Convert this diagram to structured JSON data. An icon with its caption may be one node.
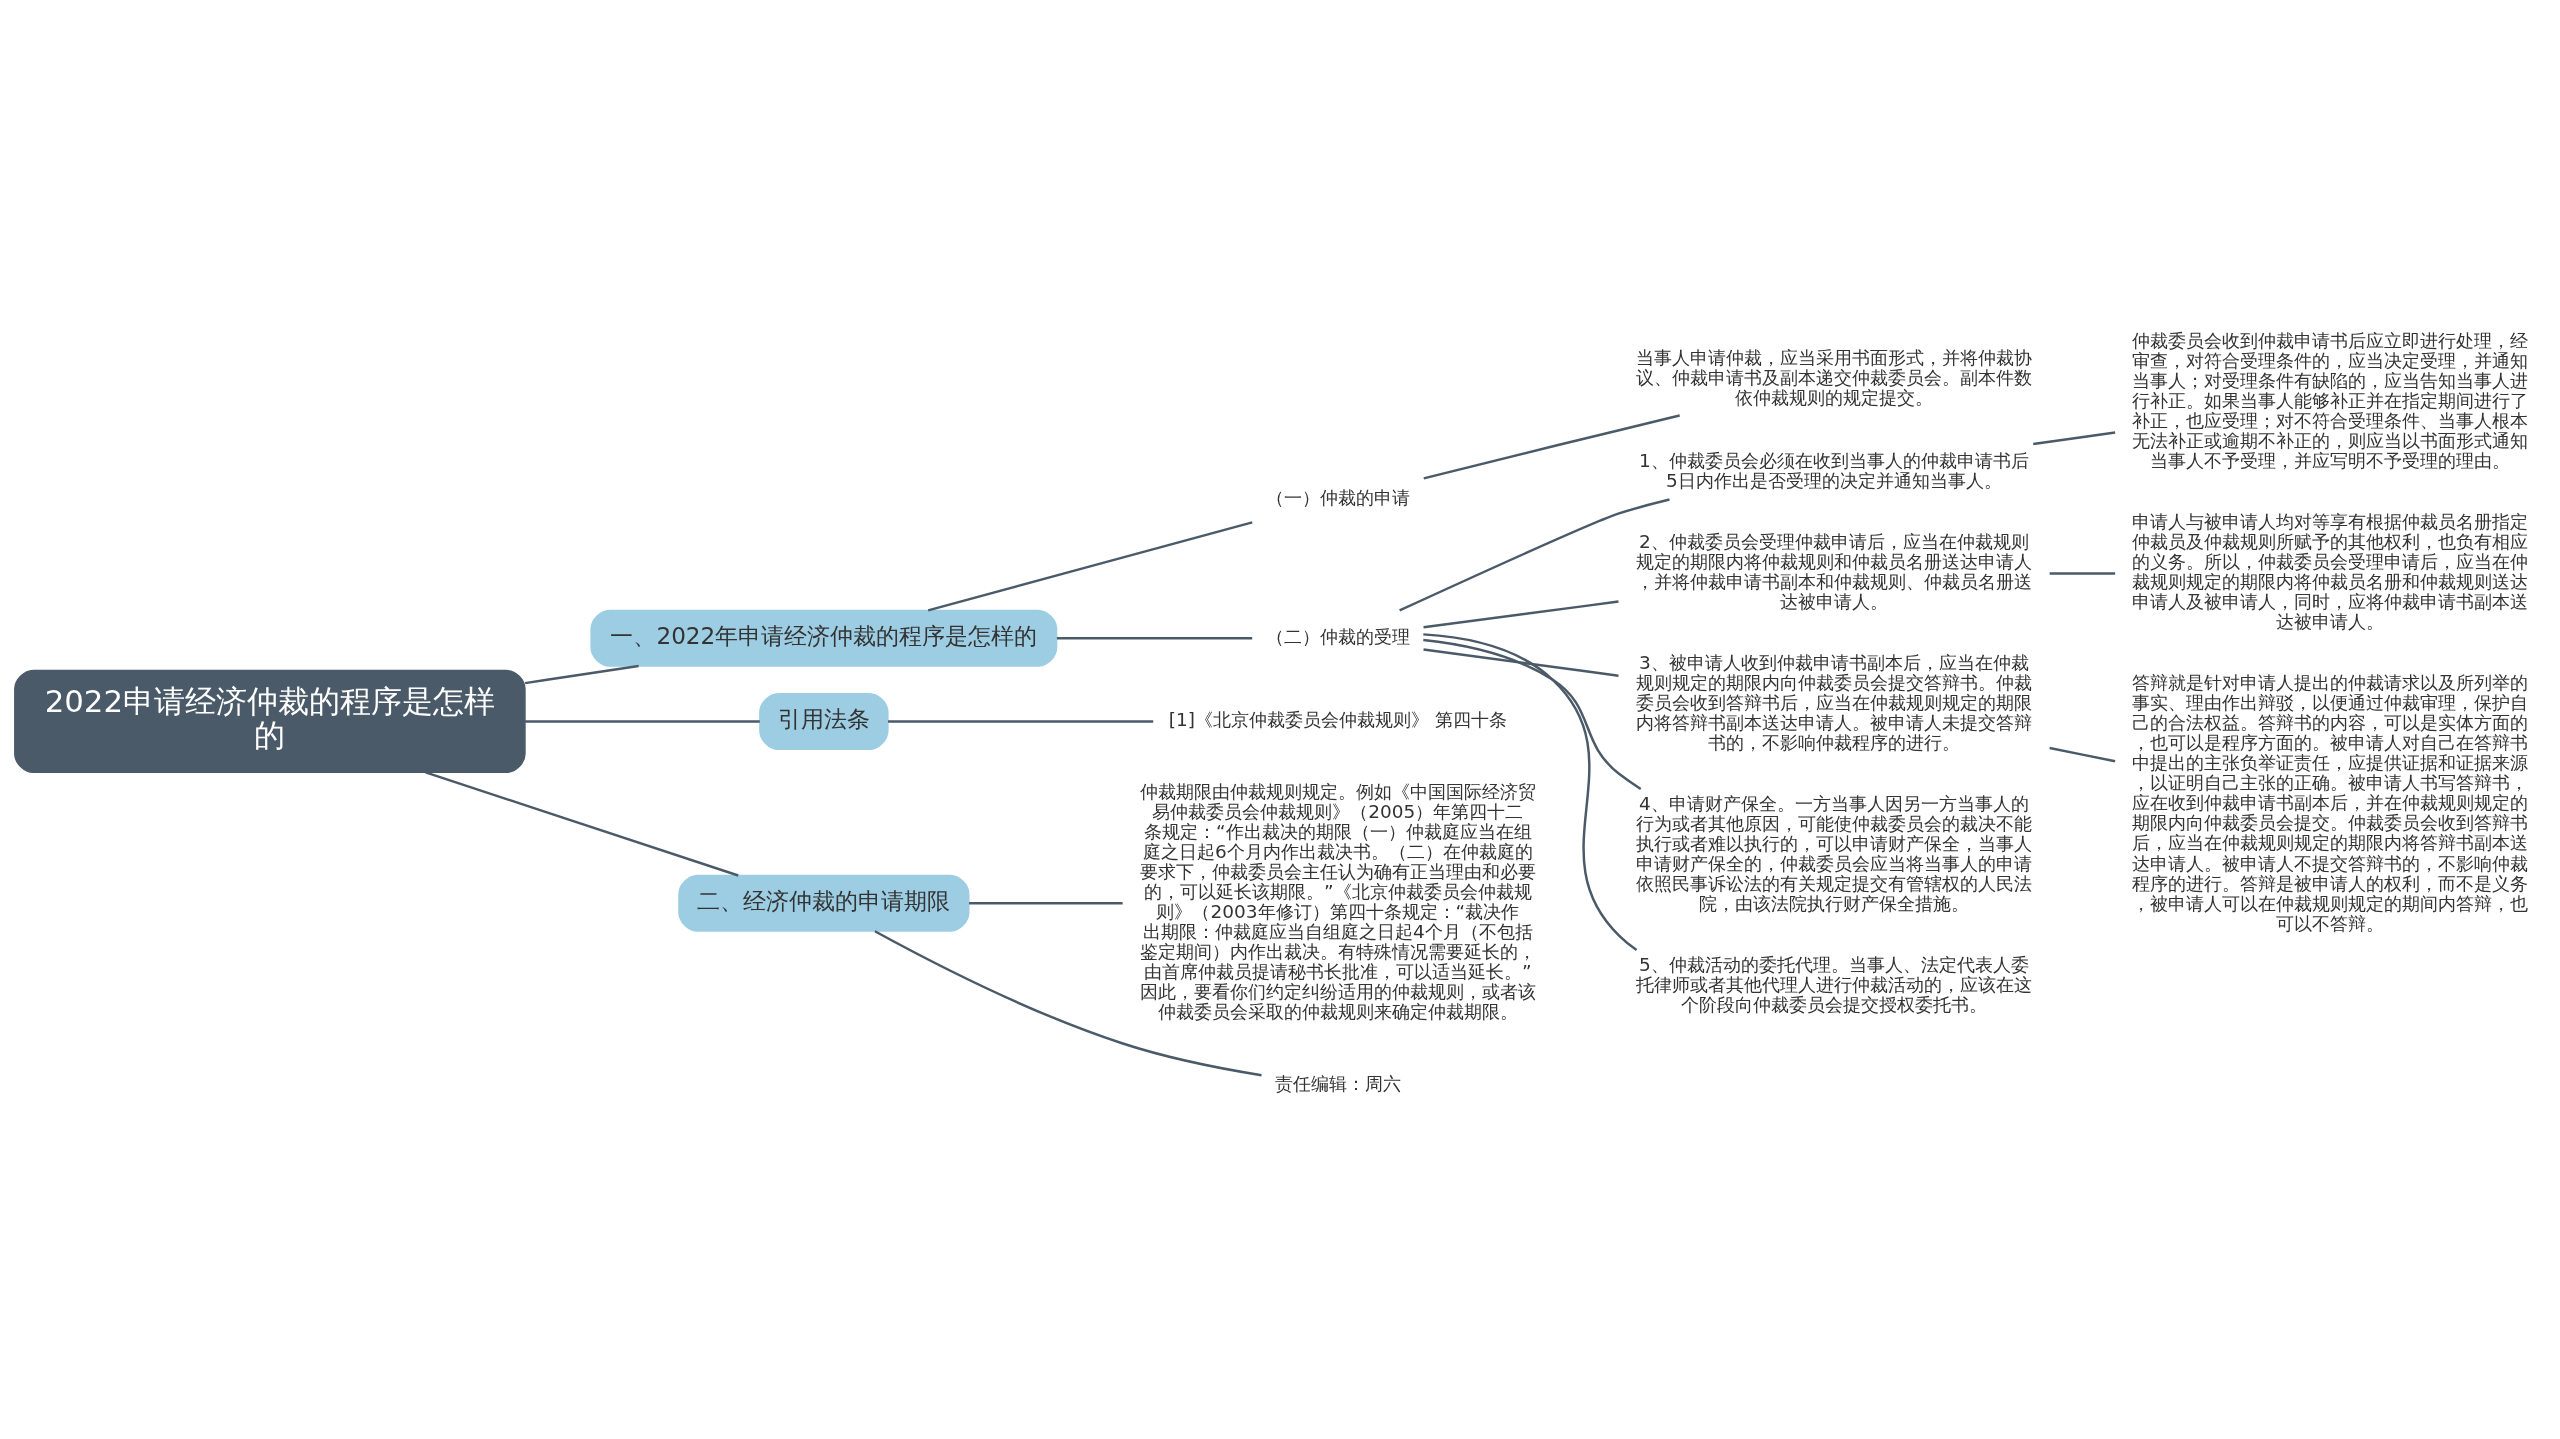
{
  "diagram": {
    "nodes": [
      {
        "text": [
          "2022申请经济仲裁的程序是怎样的"
        ]
      },
      {
        "text": [
          "一、2022年申请经济仲裁的程序是怎样的"
        ]
      },
      {
        "text": [
          "（一）仲裁的申请"
        ]
      },
      {
        "text": [
          "当事人申请仲裁，应当采用书面形式，并将仲裁协议、仲裁申请书及副本递交仲裁委员会。副本件数依仲裁规则的规定提交。"
        ]
      },
      {
        "text": [
          "（二）仲裁的受理"
        ]
      },
      {
        "text": [
          "1、仲裁委员会必须在收到当事人的仲裁申请书后5日内作出是否受理的决定并通知当事人。"
        ]
      },
      {
        "text": [
          "仲裁委员会收到仲裁申请书后应立即进行处理，经审查，对符合受理条件的，应当决定受理，并通知当事人；对受理条件有缺陷的，应当告知当事人进行补正。如果当事人能够补正并在指定期间进行了补正，也应受理；对不符合受理条件、当事人根本无法补正或逾期不补正的，则应当以书面形式通知当事人不予受理，并应写明不予受理的理由。"
        ]
      },
      {
        "text": [
          "2、仲裁委员会受理仲裁申请后，应当在仲裁规则规定的期限内将仲裁规则和仲裁员名册送达申请人，并将仲裁申请书副本和仲裁规则、仲裁员名册送达被申请人。"
        ]
      },
      {
        "text": [
          "申请人与被申请人均对等享有根据仲裁员名册指定仲裁员及仲裁规则所赋予的其他权利，也负有相应的义务。所以，仲裁委员会受理申请后，应当在仲裁规则规定的期限内将仲裁员名册和仲裁规则送达申请人及被申请人，同时，应将仲裁申请书副本送达被申请人。"
        ]
      },
      {
        "text": [
          "3、被申请人收到仲裁申请书副本后，应当在仲裁规则规定的期限内向仲裁委员会提交答辩书。仲裁委员会收到答辩书后，应当在仲裁规则规定的期限内将答辩书副本送达申请人。被申请人未提交答辩书的，不影响仲裁程序的进行。"
        ]
      },
      {
        "text": [
          "答辩就是针对申请人提出的仲裁请求以及所列举的事实、理由作出辩驳，以便通过仲裁审理，保护自己的合法权益。答辩书的内容，可以是实体方面的，也可以是程序方面的。被申请人对自己在答辩书中提出的主张负举证责任，应提供证据和证据来源，以证明自己主张的正确。被申请人书写答辩书，应在收到仲裁申请书副本后，并在仲裁规则规定的期限内向仲裁委员会提交。仲裁委员会收到答辩书后，应当在仲裁规则规定的期限内将答辩书副本送达申请人。被申请人不提交答辩书的，不影响仲裁程序的进行。答辩是被申请人的权利，而不是义务，被申请人可以在仲裁规则规定的期间内答辩，也可以不答辩。"
        ]
      },
      {
        "text": [
          "4、申请财产保全。一方当事人因另一方当事人的行为或者其他原因，可能使仲裁委员会的裁决不能执行或者难以执行的，可以申请财产保全，当事人申请财产保全的，仲裁委员会应当将当事人的申请依照民事诉讼法的有关规定提交有管辖权的人民法院，由该法院执行财产保全措施。"
        ]
      },
      {
        "text": [
          "5、仲裁活动的委托代理。当事人、法定代表人委托律师或者其他代理人进行仲裁活动的，应该在这个阶段向仲裁委员会提交授权委托书。"
        ]
      },
      {
        "text": [
          "引用法条"
        ]
      },
      {
        "text": [
          "[1]《北京仲裁委员会仲裁规则》 第四十条"
        ]
      },
      {
        "text": [
          "二、经济仲裁的申请期限"
        ]
      },
      {
        "text": [
          "仲裁期限由仲裁规则规定。例如《中国国际经济贸易仲裁委员会仲裁规则》（2005）年第四十二条规定：“作出裁决的期限（一）仲裁庭应当在组庭之日起6个月内作出裁决书。（二）在仲裁庭的要求下，仲裁委员会主任认为确有正当理由和必要的，可以延长该期限。”《北京仲裁委员会仲裁规则》（2003年修订）第四十条规定：“裁决作出期限：仲裁庭应当自组庭之日起4个月（不包括鉴定期间）内作出裁决。有特殊情况需要延长的，由首席仲裁员提请秘书长批准，可以适当延长。”因此，要看你们约定纠纷适用的仲裁规则，或者该仲裁委员会采取的仲裁规则来确定仲裁期限。"
        ]
      },
      {
        "text": [
          "责任编辑：周六"
        ]
      }
    ],
    "edges": [
      {
        "from": 0,
        "to": 1,
        "arrow": "none"
      },
      {
        "from": 1,
        "to": 2,
        "arrow": "none"
      },
      {
        "from": 2,
        "to": 3,
        "arrow": "none"
      },
      {
        "from": 1,
        "to": 4,
        "arrow": "none"
      },
      {
        "from": 4,
        "to": 5,
        "arrow": "none"
      },
      {
        "from": 5,
        "to": 6,
        "arrow": "none"
      },
      {
        "from": 4,
        "to": 7,
        "arrow": "none"
      },
      {
        "from": 7,
        "to": 8,
        "arrow": "none"
      },
      {
        "from": 4,
        "to": 9,
        "arrow": "none"
      },
      {
        "from": 9,
        "to": 10,
        "arrow": "none"
      },
      {
        "from": 4,
        "to": 11,
        "arrow": "none"
      },
      {
        "from": 4,
        "to": 12,
        "arrow": "none"
      },
      {
        "from": 0,
        "to": 13,
        "arrow": "none"
      },
      {
        "from": 13,
        "to": 14,
        "arrow": "none"
      },
      {
        "from": 0,
        "to": 15,
        "arrow": "none"
      },
      {
        "from": 15,
        "to": 16,
        "arrow": "none"
      },
      {
        "from": 15,
        "to": 17,
        "arrow": "none"
      }
    ]
  }
}
